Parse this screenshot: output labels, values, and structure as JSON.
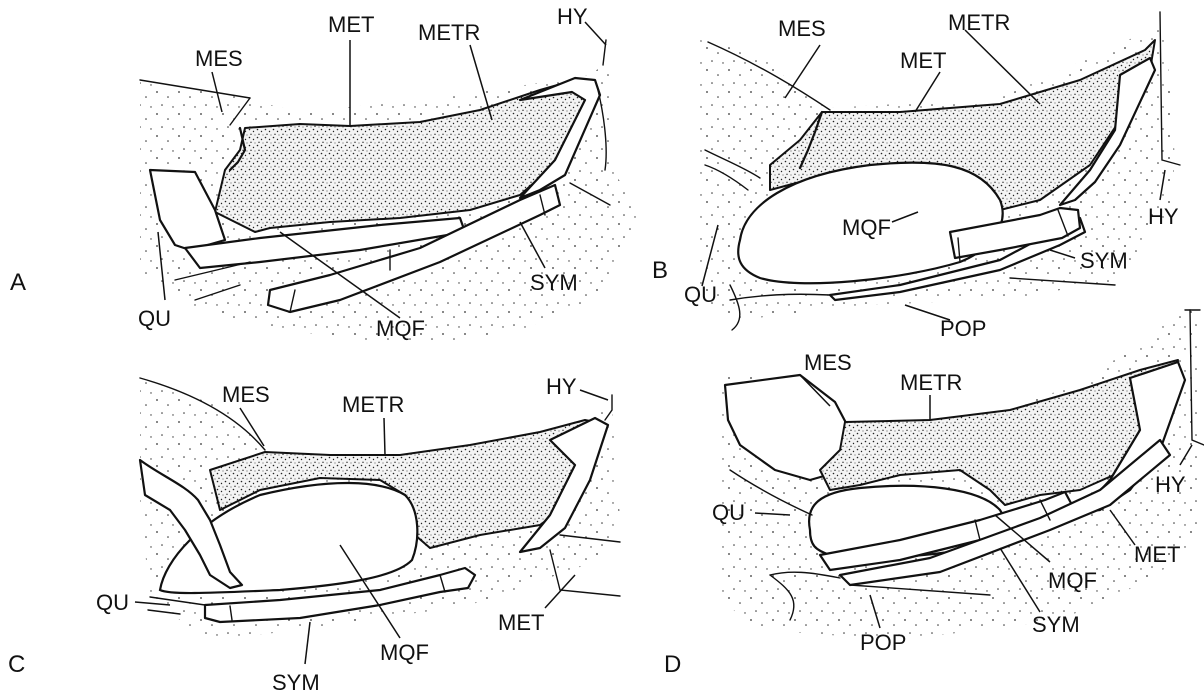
{
  "figure": {
    "panels": [
      {
        "id": "A",
        "labels": {
          "met": "MET",
          "mes": "MES",
          "metr": "METR",
          "hy": "HY",
          "qu": "QU",
          "mqf": "MQF",
          "sym": "SYM"
        }
      },
      {
        "id": "B",
        "labels": {
          "mes": "MES",
          "metr": "METR",
          "met": "MET",
          "mqf": "MQF",
          "hy": "HY",
          "sym": "SYM",
          "qu": "QU",
          "pop": "POP"
        }
      },
      {
        "id": "C",
        "labels": {
          "mes": "MES",
          "metr": "METR",
          "hy": "HY",
          "qu": "QU",
          "met": "MET",
          "mqf": "MQF",
          "sym": "SYM"
        }
      },
      {
        "id": "D",
        "labels": {
          "mes": "MES",
          "metr": "METR",
          "hy": "HY",
          "qu": "QU",
          "met": "MET",
          "mqf": "MQF",
          "sym": "SYM",
          "pop": "POP"
        }
      }
    ]
  }
}
